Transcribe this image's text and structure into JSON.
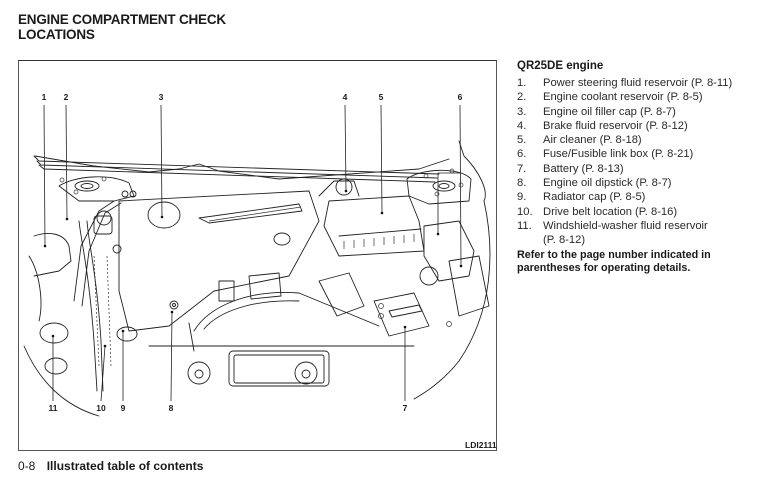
{
  "page": {
    "heading_lines": [
      "ENGINE COMPARTMENT CHECK",
      "LOCATIONS"
    ],
    "footer": {
      "page_number": "0-8",
      "section_title": "Illustrated table of contents"
    }
  },
  "figure": {
    "code": "LDI2111",
    "callouts": [
      {
        "label": "1",
        "row": "top"
      },
      {
        "label": "2",
        "row": "top"
      },
      {
        "label": "3",
        "row": "top"
      },
      {
        "label": "4",
        "row": "top"
      },
      {
        "label": "5",
        "row": "top"
      },
      {
        "label": "6",
        "row": "top"
      },
      {
        "label": "7",
        "row": "bottom"
      },
      {
        "label": "8",
        "row": "bottom"
      },
      {
        "label": "9",
        "row": "bottom"
      },
      {
        "label": "10",
        "row": "bottom"
      },
      {
        "label": "11",
        "row": "bottom"
      }
    ]
  },
  "legend": {
    "engine_title": "QR25DE engine",
    "items": [
      {
        "num": "1.",
        "text": "Power steering fluid reservoir (P. 8-11)"
      },
      {
        "num": "2.",
        "text": "Engine coolant reservoir (P. 8-5)"
      },
      {
        "num": "3.",
        "text": "Engine oil filler cap (P. 8-7)"
      },
      {
        "num": "4.",
        "text": "Brake fluid reservoir (P. 8-12)"
      },
      {
        "num": "5.",
        "text": "Air cleaner (P. 8-18)"
      },
      {
        "num": "6.",
        "text": "Fuse/Fusible link box (P. 8-21)"
      },
      {
        "num": "7.",
        "text": "Battery (P. 8-13)"
      },
      {
        "num": "8.",
        "text": "Engine oil dipstick (P. 8-7)"
      },
      {
        "num": "9.",
        "text": "Radiator cap (P. 8-5)"
      },
      {
        "num": "10.",
        "text": "Drive belt location (P. 8-16)"
      },
      {
        "num": "11.",
        "text": "Windshield-washer fluid reservoir",
        "continuation": "(P. 8-12)"
      }
    ],
    "note": "Refer to the page number indicated in parentheses for operating details."
  }
}
